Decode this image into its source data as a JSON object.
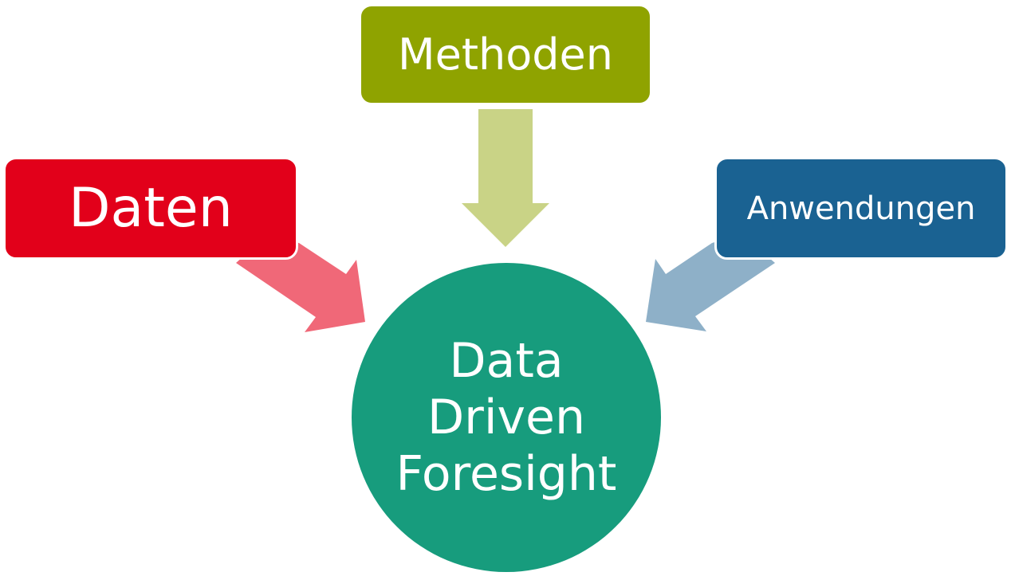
{
  "nodes": {
    "methoden": {
      "label": "Methoden",
      "color": "#8fa300"
    },
    "daten": {
      "label": "Daten",
      "color": "#e2001a"
    },
    "anwendungen": {
      "label": "Anwendungen",
      "color": "#1a6292"
    },
    "center": {
      "lines": [
        "Data",
        "Driven",
        "Foresight"
      ],
      "color": "#179c7d"
    }
  },
  "arrows": {
    "from_methoden": {
      "color": "#c9d386"
    },
    "from_daten": {
      "color": "#f06878"
    },
    "from_anwendungen": {
      "color": "#8eb0c8"
    }
  }
}
